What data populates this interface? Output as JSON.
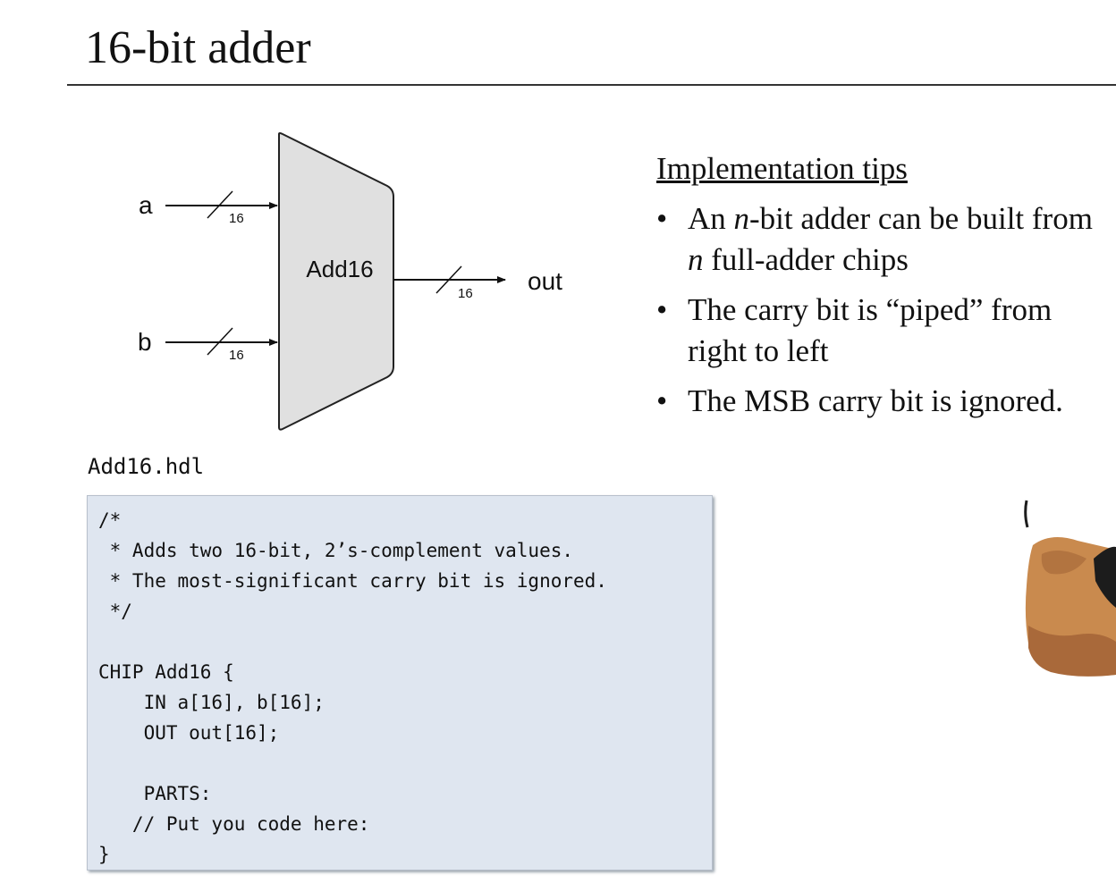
{
  "slide": {
    "title": "16-bit adder"
  },
  "diagram": {
    "chip_label": "Add16",
    "inputs": [
      {
        "name": "a",
        "width": "16"
      },
      {
        "name": "b",
        "width": "16"
      }
    ],
    "output": {
      "name": "out",
      "width": "16"
    }
  },
  "tips": {
    "heading": "Implementation tips",
    "bullet_glyph": "•",
    "items": [
      {
        "pre": "An ",
        "em1": "n",
        "mid": "-bit adder can be built from ",
        "em2": "n",
        "post": " full-adder chips"
      },
      {
        "text": "The carry bit is “piped” from right to left"
      },
      {
        "text": "The MSB carry bit is ignored."
      }
    ]
  },
  "code": {
    "filename": "Add16.hdl",
    "lines": [
      "/*",
      " * Adds two 16-bit, 2’s-complement values.",
      " * The most-significant carry bit is ignored.",
      " */",
      "",
      "CHIP Add16 {",
      "    IN a[16], b[16];",
      "    OUT out[16];",
      "",
      "    PARTS:",
      "   // Put you code here:",
      "}"
    ]
  },
  "colors": {
    "chip_fill": "#e0e0e0",
    "code_background": "#dfe6f0",
    "skin": "#c98a4e",
    "dark": "#1c1c1c"
  }
}
